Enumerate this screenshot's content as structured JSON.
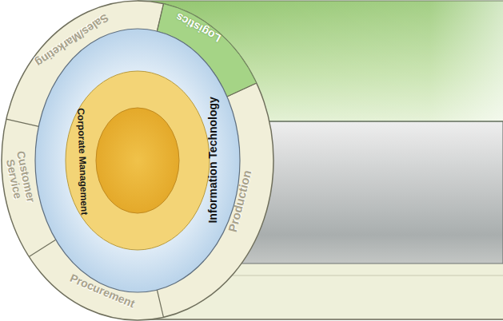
{
  "diagram": {
    "nodes": [
      {
        "text": [
          "Information Technology"
        ]
      },
      {
        "text": [
          "Corporate Management"
        ],
        "in": 0
      },
      {
        "text": [
          "Sales/Marketing"
        ]
      },
      {
        "text": [
          "Logistics"
        ]
      },
      {
        "text": [
          "Production"
        ]
      },
      {
        "text": [
          "Procurement"
        ]
      },
      {
        "text": [
          "Customer Service"
        ]
      }
    ]
  }
}
